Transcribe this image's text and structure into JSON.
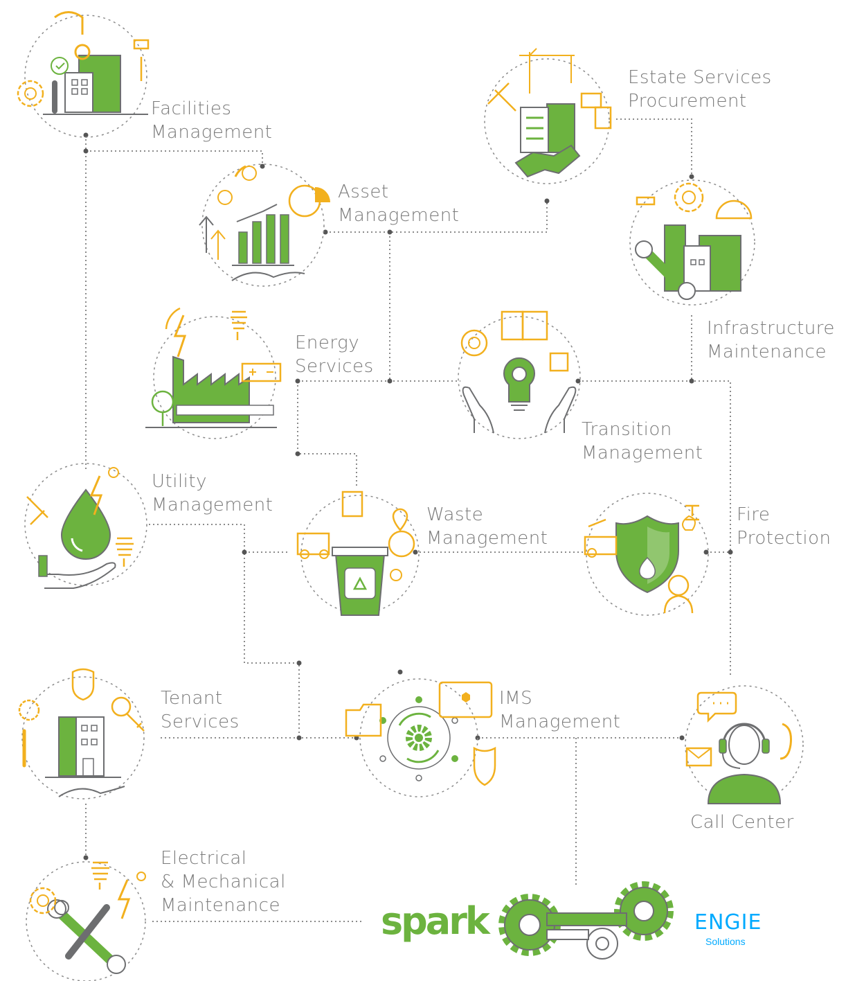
{
  "colors": {
    "green": "#6cb33f",
    "yellow": "#f2b01e",
    "gray": "#6d6e70",
    "dots": "#8a8a8a",
    "engie_blue": "#00aaff"
  },
  "nodes": {
    "facilities": {
      "line1": "Facilities",
      "line2": "Management",
      "icon": "building-gear-icon"
    },
    "asset": {
      "line1": "Asset",
      "line2": "Management",
      "icon": "growth-chart-icon"
    },
    "estate": {
      "line1": "Estate Services",
      "line2": "Procurement",
      "icon": "handshake-crane-icon"
    },
    "infrastructure": {
      "line1": "Infrastructure",
      "line2": "Maintenance",
      "icon": "wrench-building-icon"
    },
    "energy": {
      "line1": "Energy",
      "line2": "Services",
      "icon": "factory-battery-icon"
    },
    "transition": {
      "line1": "Transition",
      "line2": "Management",
      "icon": "lightbulb-gear-hands-icon"
    },
    "utility": {
      "line1": "Utility",
      "line2": "Management",
      "icon": "water-drop-hand-icon"
    },
    "waste": {
      "line1": "Waste",
      "line2": "Management",
      "icon": "recycle-bin-icon"
    },
    "fire": {
      "line1": "Fire",
      "line2": "Protection",
      "icon": "fire-shield-icon"
    },
    "tenant": {
      "line1": "Tenant",
      "line2": "Services",
      "icon": "tenant-building-keys-icon"
    },
    "ims": {
      "line1": "IMS",
      "line2": "Management",
      "icon": "gear-cycle-icon"
    },
    "call": {
      "line1": "Call Center",
      "icon": "headset-agent-icon"
    },
    "electrical": {
      "line1": "Electrical",
      "line2": "& Mechanical",
      "line3": "Maintenance",
      "icon": "wrench-tools-icon"
    }
  },
  "logos": {
    "spark": "spark",
    "engie": "ENGIE",
    "engie_sub": "Solutions",
    "gears_icon": "gears-icon"
  }
}
